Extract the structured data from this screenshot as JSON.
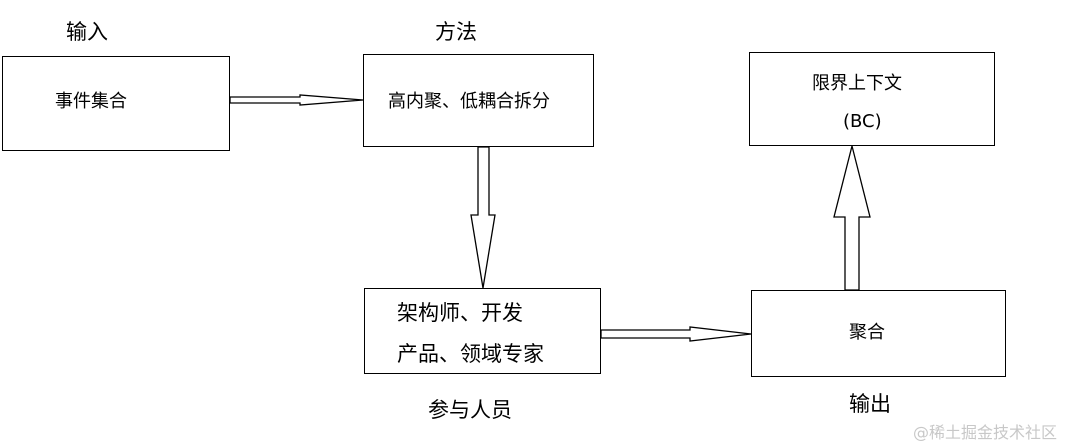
{
  "labels": {
    "input": "输入",
    "method": "方法",
    "participants": "参与人员",
    "output": "输出"
  },
  "boxes": {
    "events": "事件集合",
    "split": "高内聚、低耦合拆分",
    "roles_line1": "架构师、开发",
    "roles_line2": "产品、领域专家",
    "aggregate": "聚合",
    "bc_line1": "限界上下文",
    "bc_line2": "(BC)"
  },
  "watermark": "@稀土掘金技术社区"
}
